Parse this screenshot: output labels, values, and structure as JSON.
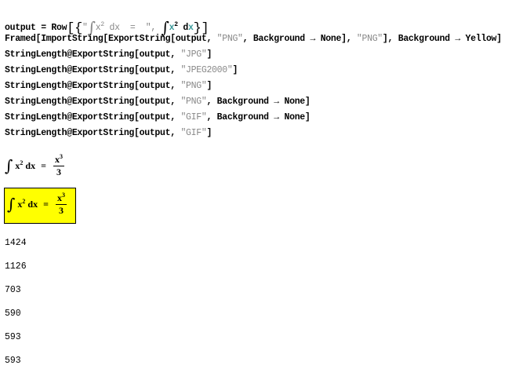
{
  "inputs": {
    "line1": {
      "lhs": "output = Row",
      "open": "[{",
      "q1": "\"",
      "int": "∫",
      "x": "x",
      "exp": "2",
      "dx": " dx",
      "eq": "  =  ",
      "q2": "\", ",
      "x2": "x",
      "exp2": "2",
      "d": " d",
      "x3": "x",
      "close": "}]"
    },
    "line2": {
      "a": "Framed[ImportString[ExportString[output, ",
      "s1": "\"PNG\"",
      "b": ", Background → None], ",
      "s2": "\"PNG\"",
      "c": "], Background → Yellow]"
    },
    "line3": {
      "a": "StringLength@ExportString[output, ",
      "s": "\"JPG\"",
      "c": "]"
    },
    "line4": {
      "a": "StringLength@ExportString[output, ",
      "s": "\"JPEG2000\"",
      "c": "]"
    },
    "line5": {
      "a": "StringLength@ExportString[output, ",
      "s": "\"PNG\"",
      "c": "]"
    },
    "line6": {
      "a": "StringLength@ExportString[output, ",
      "s": "\"PNG\"",
      "c": ", Background → None]"
    },
    "line7": {
      "a": "StringLength@ExportString[output, ",
      "s": "\"GIF\"",
      "c": ", Background → None]"
    },
    "line8": {
      "a": "StringLength@ExportString[output, ",
      "s": "\"GIF\"",
      "c": "]"
    }
  },
  "math_output": {
    "int": "∫",
    "x": "x",
    "exp": "2",
    "dx": "dx",
    "eq": "=",
    "num": "x",
    "num_exp": "3",
    "den": "3"
  },
  "frame_color": "#ffff00",
  "numbers": [
    "1424",
    "1126",
    "703",
    "590",
    "593",
    "593"
  ]
}
